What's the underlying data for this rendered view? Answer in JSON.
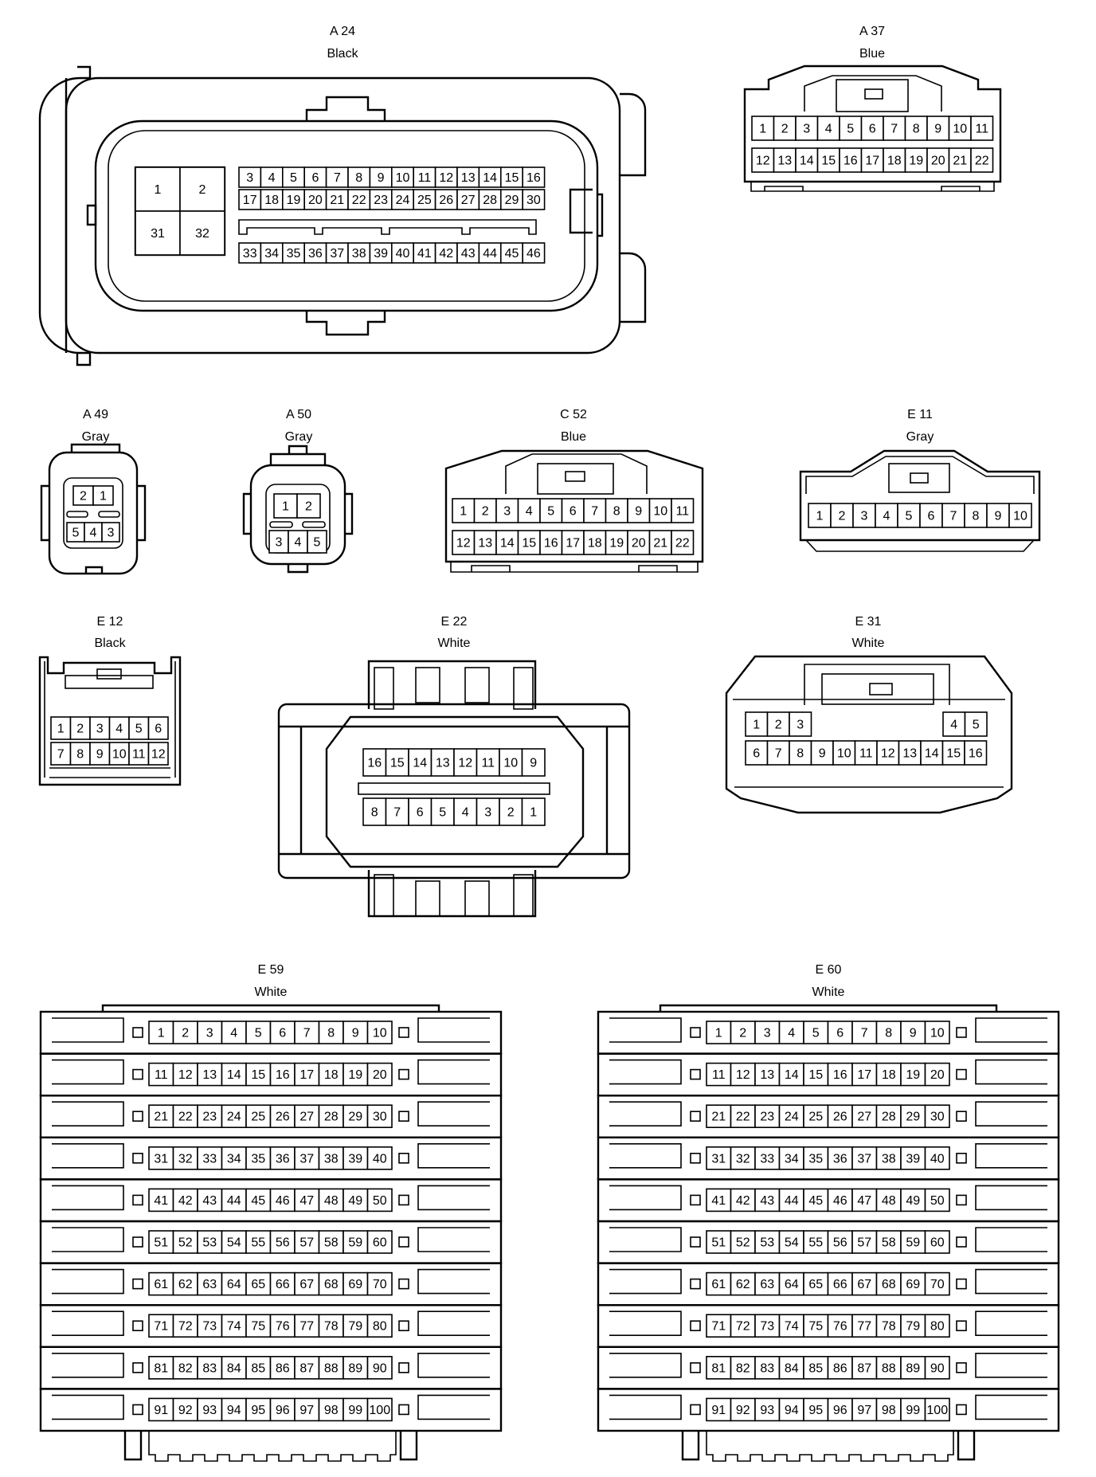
{
  "connectors": [
    {
      "id": "A24",
      "name": "A 24",
      "color": "Black",
      "rows": [
        [
          "1",
          "2"
        ],
        [
          "31",
          "32"
        ],
        [
          "3",
          "4",
          "5",
          "6",
          "7",
          "8",
          "9",
          "10",
          "11",
          "12",
          "13",
          "14",
          "15",
          "16"
        ],
        [
          "17",
          "18",
          "19",
          "20",
          "21",
          "22",
          "23",
          "24",
          "25",
          "26",
          "27",
          "28",
          "29",
          "30"
        ],
        [
          "33",
          "34",
          "35",
          "36",
          "37",
          "38",
          "39",
          "40",
          "41",
          "42",
          "43",
          "44",
          "45",
          "46"
        ]
      ]
    },
    {
      "id": "A37",
      "name": "A 37",
      "color": "Blue",
      "rows": [
        [
          "1",
          "2",
          "3",
          "4",
          "5",
          "6",
          "7",
          "8",
          "9",
          "10",
          "11"
        ],
        [
          "12",
          "13",
          "14",
          "15",
          "16",
          "17",
          "18",
          "19",
          "20",
          "21",
          "22"
        ]
      ]
    },
    {
      "id": "A49",
      "name": "A 49",
      "color": "Gray",
      "rows": [
        [
          "2",
          "1"
        ],
        [
          "5",
          "4",
          "3"
        ]
      ]
    },
    {
      "id": "A50",
      "name": "A 50",
      "color": "Gray",
      "rows": [
        [
          "1",
          "2"
        ],
        [
          "3",
          "4",
          "5"
        ]
      ]
    },
    {
      "id": "C52",
      "name": "C 52",
      "color": "Blue",
      "rows": [
        [
          "1",
          "2",
          "3",
          "4",
          "5",
          "6",
          "7",
          "8",
          "9",
          "10",
          "11"
        ],
        [
          "12",
          "13",
          "14",
          "15",
          "16",
          "17",
          "18",
          "19",
          "20",
          "21",
          "22"
        ]
      ]
    },
    {
      "id": "E11",
      "name": "E 11",
      "color": "Gray",
      "rows": [
        [
          "1",
          "2",
          "3",
          "4",
          "5",
          "6",
          "7",
          "8",
          "9",
          "10"
        ]
      ]
    },
    {
      "id": "E12",
      "name": "E 12",
      "color": "Black",
      "rows": [
        [
          "1",
          "2",
          "3",
          "4",
          "5",
          "6"
        ],
        [
          "7",
          "8",
          "9",
          "10",
          "11",
          "12"
        ]
      ]
    },
    {
      "id": "E22",
      "name": "E 22",
      "color": "White",
      "rows": [
        [
          "16",
          "15",
          "14",
          "13",
          "12",
          "11",
          "10",
          "9"
        ],
        [
          "8",
          "7",
          "6",
          "5",
          "4",
          "3",
          "2",
          "1"
        ]
      ]
    },
    {
      "id": "E31",
      "name": "E 31",
      "color": "White",
      "rows": [
        [
          "1",
          "2",
          "3"
        ],
        [
          "4",
          "5"
        ],
        [
          "6",
          "7",
          "8",
          "9",
          "10",
          "11",
          "12",
          "13",
          "14",
          "15",
          "16"
        ]
      ]
    },
    {
      "id": "E59",
      "name": "E 59",
      "color": "White",
      "start": 1,
      "count": 100
    },
    {
      "id": "E60",
      "name": "E 60",
      "color": "White",
      "start": 1,
      "count": 100
    }
  ]
}
